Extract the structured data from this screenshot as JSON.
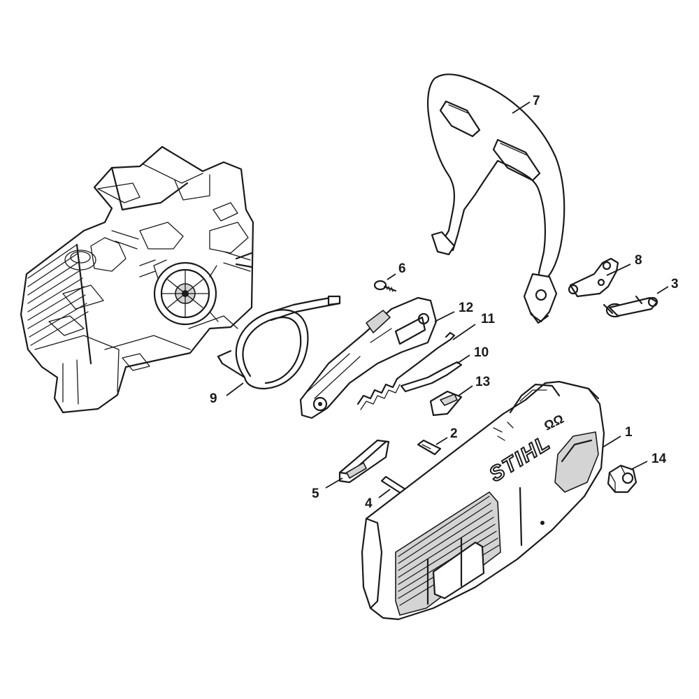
{
  "callouts": [
    {
      "id": "1",
      "label": "1"
    },
    {
      "id": "2",
      "label": "2"
    },
    {
      "id": "3",
      "label": "3"
    },
    {
      "id": "4",
      "label": "4"
    },
    {
      "id": "5",
      "label": "5"
    },
    {
      "id": "6",
      "label": "6"
    },
    {
      "id": "7",
      "label": "7"
    },
    {
      "id": "8",
      "label": "8"
    },
    {
      "id": "9",
      "label": "9"
    },
    {
      "id": "10",
      "label": "10"
    },
    {
      "id": "11",
      "label": "11"
    },
    {
      "id": "12",
      "label": "12"
    },
    {
      "id": "13",
      "label": "13"
    },
    {
      "id": "14",
      "label": "14"
    }
  ],
  "cover": {
    "brand_text": "STIHL",
    "marking_text": "ΩΩ"
  },
  "colors": {
    "line": "#1a1a1a",
    "background": "#ffffff",
    "shade": "#d4d4d4"
  }
}
